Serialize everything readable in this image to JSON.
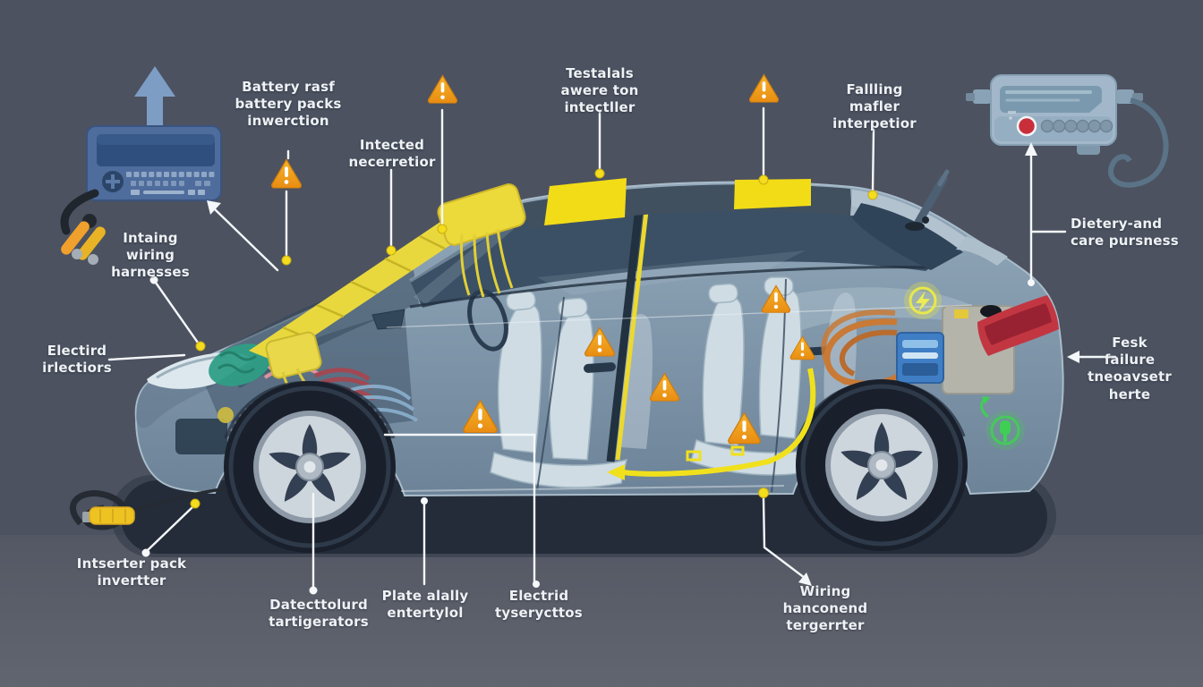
{
  "scene": {
    "background_color": "#4c5260",
    "ground_color": "#585d68",
    "shadow_color": "#232b39",
    "leader_line_color": "#f4f7f9",
    "accent_yellow": "#f2d916",
    "warning_orange": "#f09d1e",
    "status_green": "#46c95a",
    "car_body_color": "#8499ac",
    "label_text_color": "#eef2f5"
  },
  "labels": {
    "battery_packs": "Battery rasf\nbattery packs\ninwerction",
    "intected": "Intected\nnecerretior",
    "testalals": "Testalals\nawere ton\nintectller",
    "falling": "Fallling\nmafler\ninterpetior",
    "dietery": "Dietery-and\ncare pursness",
    "fesk": "Fesk failure\ntneoavsetr\nherte",
    "intaing": "Intaing\nwiring\nharnesses",
    "electird_front": "Electird\nirlectiors",
    "intserter": "Intserter pack\ninvertter",
    "datect": "Datecttolurd\ntartigerators",
    "plate": "Plate alally\nentertylol",
    "electrid_under": "Electrid\ntyserycttos",
    "wiring_rear": "Wiring\nhanconend\ntergerrter"
  },
  "icons": {
    "warning": "warning-triangle-icon",
    "lightning": "lightning-bolt-icon",
    "charging_ok": "charging-ok-icon",
    "up_arrow": "up-arrow-icon"
  }
}
